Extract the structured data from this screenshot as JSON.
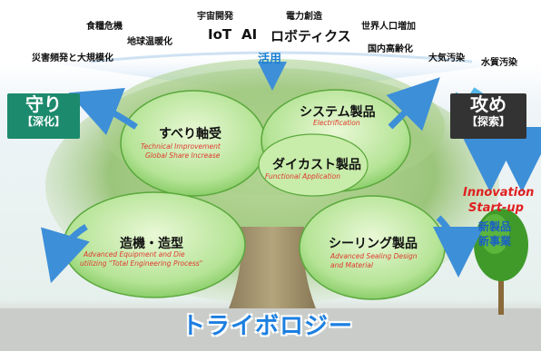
{
  "keywords": [
    "食糧危機",
    "宇宙開発",
    "電力創造",
    "世界人口増加",
    "地球温暖化",
    "IoT",
    "AI",
    "ロボティクス",
    "国内高齢化",
    "災害頻発と大規模化",
    "大気汚染",
    "水質汚染"
  ],
  "katsuyo": "活用",
  "left_box": {
    "main": "守り",
    "sub": "【深化】",
    "color": "#1c8a6c"
  },
  "right_box": {
    "main": "攻め",
    "sub": "【探索】",
    "color": "#333333"
  },
  "bubbles": {
    "suberi": {
      "jp": "すべり軸受",
      "en1": "Technical Improvement",
      "en2": "Global Share Increase"
    },
    "system": {
      "jp": "システム製品",
      "en1": "Electrification"
    },
    "diecast": {
      "jp": "ダイカスト製品",
      "en1": "Functional  Application"
    },
    "zouki": {
      "jp": "造機・造型",
      "en1": "Advanced Equipment and Die",
      "en2": "utilizing \"Total Engineering Process\""
    },
    "sealing": {
      "jp": "シーリング製品",
      "en1": "Advanced Sealing Design",
      "en2": "and Material"
    }
  },
  "innovation": {
    "line1": "Innovation",
    "line2": "Start-up",
    "line3": "新製品",
    "line4": "新事業"
  },
  "tribology": "トライボロジー",
  "colors": {
    "bubble": "#8fd36a",
    "arrow": "#3d8fd8",
    "wave": "#d6e6f4"
  }
}
